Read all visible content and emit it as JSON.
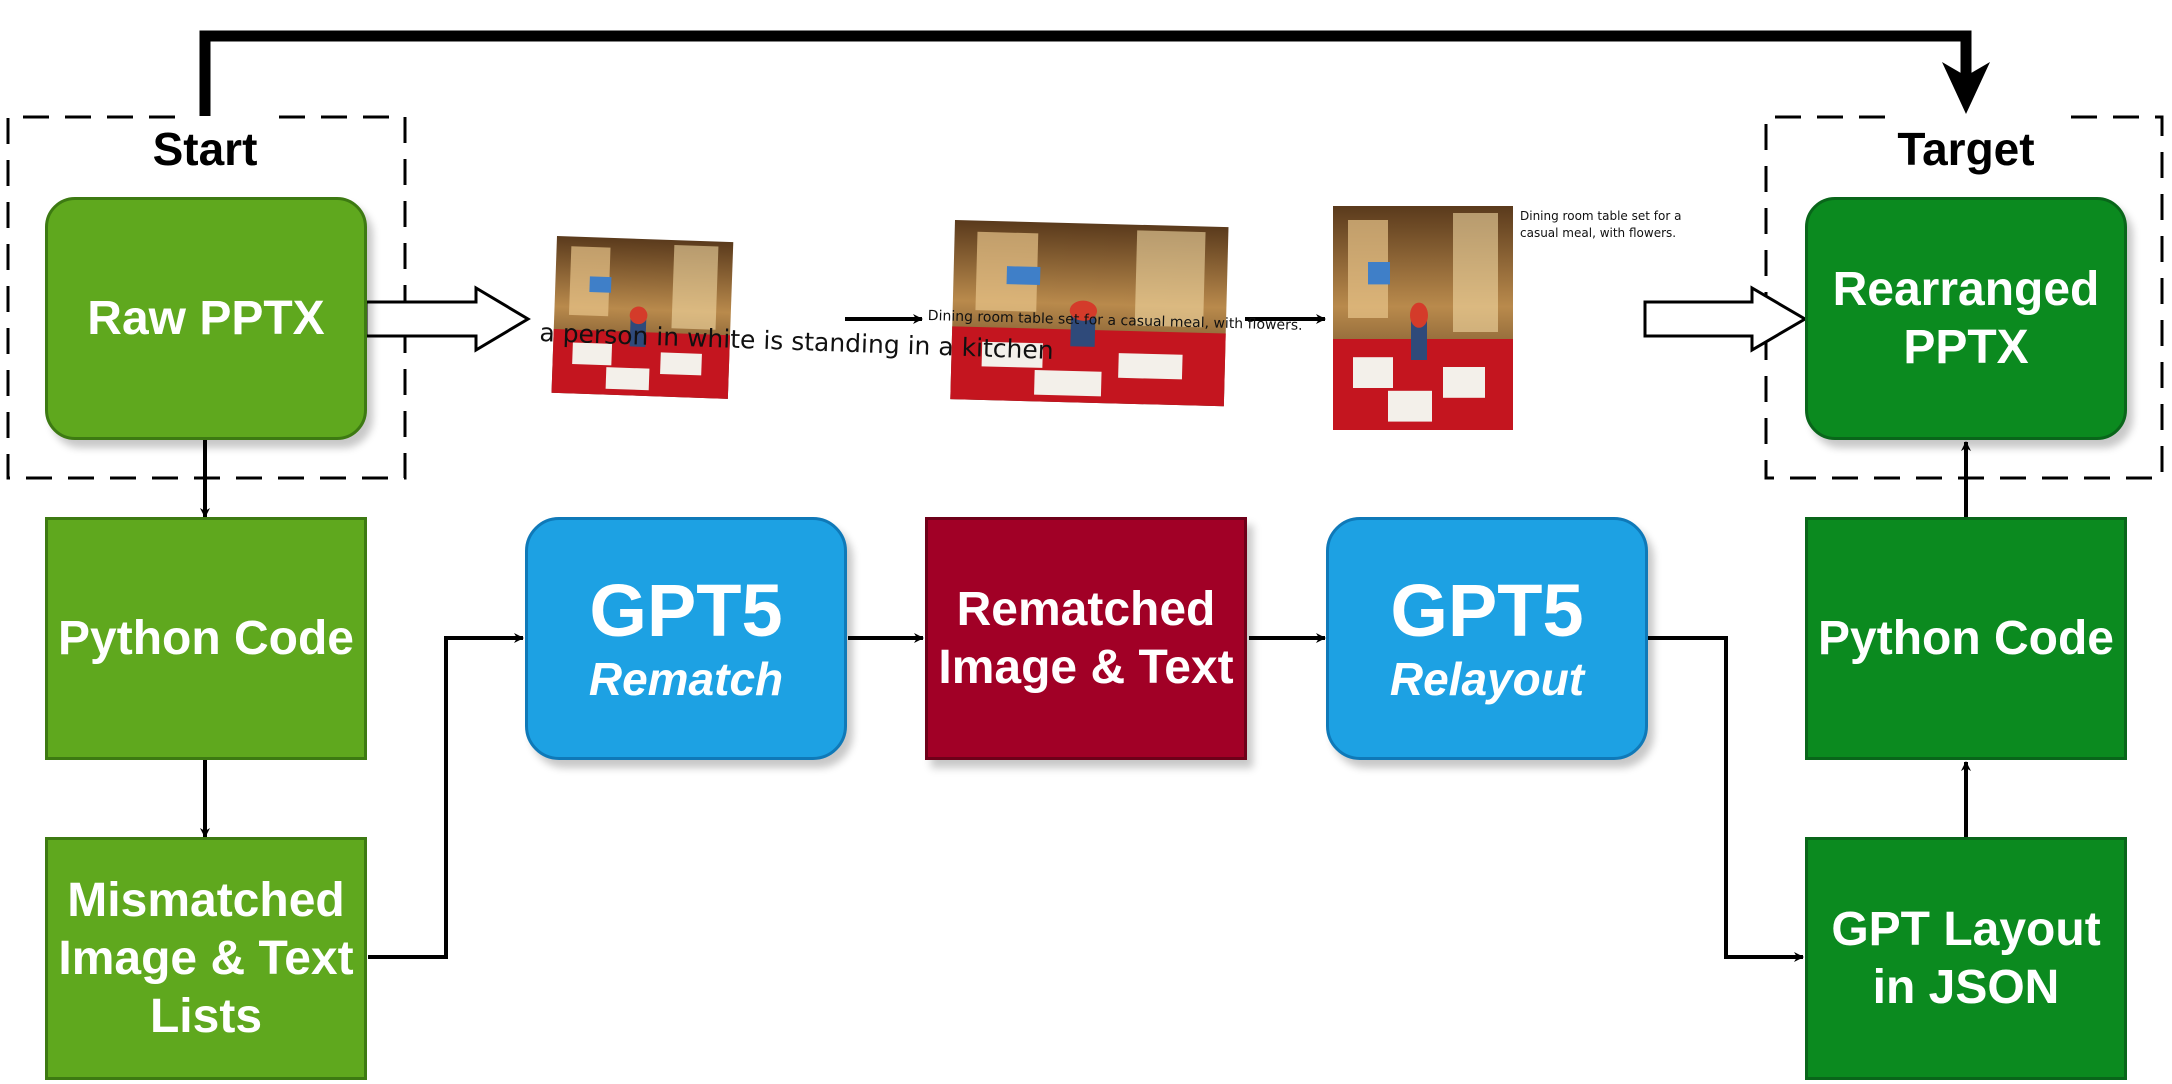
{
  "labels": {
    "start": "Start",
    "target": "Target"
  },
  "nodes": {
    "raw_pptx": "Raw PPTX",
    "python_code_left": "Python Code",
    "mismatched": [
      "Mismatched",
      "Image & Text",
      "Lists"
    ],
    "gpt5_rematch": {
      "title": "GPT5",
      "subtitle": "Rematch"
    },
    "rematched": [
      "Rematched",
      "Image & Text"
    ],
    "gpt5_relayout": {
      "title": "GPT5",
      "subtitle": "Relayout"
    },
    "rearranged": [
      "Rearranged",
      "PPTX"
    ],
    "python_code_right": "Python Code",
    "gpt_layout": [
      "GPT Layout",
      "in JSON"
    ]
  },
  "slides": {
    "caption_1": "a person in white is standing in a kitchen",
    "caption_2": "Dining room table set for a casual meal, with flowers.",
    "caption_3": [
      "Dining room table set for a",
      "casual meal, with flowers."
    ]
  },
  "colors": {
    "light_green": "#5fa81e",
    "dark_green": "#0b8a1f",
    "blue": "#1da1e3",
    "crimson": "#a10026"
  }
}
